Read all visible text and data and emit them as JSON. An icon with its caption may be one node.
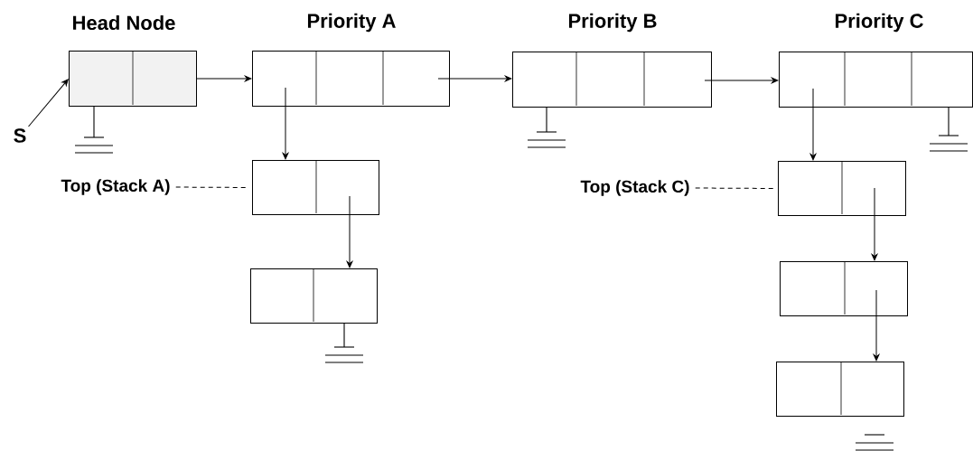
{
  "diagram": {
    "nodes": [
      {
        "text": [
          "Head Node"
        ]
      },
      {
        "text": [
          "Priority A"
        ]
      },
      {
        "text": [
          "Priority B"
        ]
      },
      {
        "text": [
          "Priority C"
        ]
      },
      {
        "text": [
          "S"
        ]
      },
      {
        "text": [
          "Top (Stack A)"
        ]
      },
      {
        "text": [],
        "shape": "box"
      },
      {
        "text": [],
        "shape": "box"
      },
      {
        "text": [
          "Top (Stack C)"
        ]
      },
      {
        "text": [],
        "shape": "box"
      },
      {
        "text": [],
        "shape": "box"
      },
      {
        "text": [],
        "shape": "box"
      }
    ],
    "edges": [
      {
        "from": 4,
        "to": 0,
        "arrow": "to"
      },
      {
        "from": 0,
        "to": 1,
        "arrow": "to"
      },
      {
        "from": 1,
        "to": 2,
        "arrow": "to"
      },
      {
        "from": 2,
        "to": 3,
        "arrow": "to"
      },
      {
        "from": 1,
        "to": 6,
        "arrow": "to"
      },
      {
        "from": 6,
        "to": 7,
        "arrow": "to"
      },
      {
        "from": 3,
        "to": 9,
        "arrow": "to"
      },
      {
        "from": 9,
        "to": 10,
        "arrow": "to"
      },
      {
        "from": 10,
        "to": 11,
        "arrow": "to"
      },
      {
        "from": 5,
        "to": 6,
        "arrow": "none",
        "style": "dashed"
      },
      {
        "from": 8,
        "to": 9,
        "arrow": "none",
        "style": "dashed"
      }
    ]
  }
}
